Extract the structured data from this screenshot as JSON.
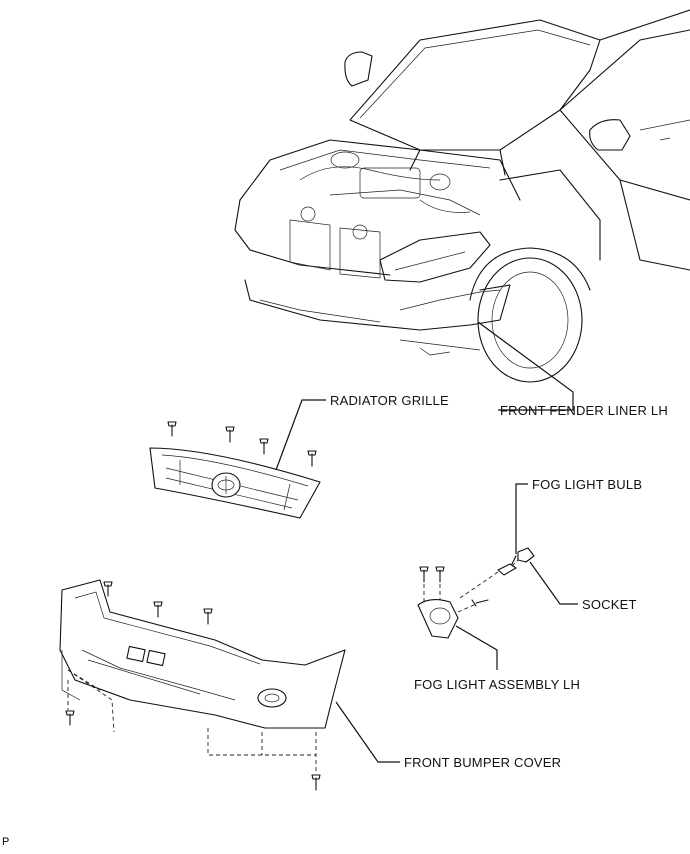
{
  "callouts": {
    "radiator_grille": "RADIATOR GRILLE",
    "front_fender_liner_lh": "FRONT FENDER LINER LH",
    "fog_light_bulb": "FOG LIGHT BULB",
    "socket": "SOCKET",
    "fog_light_assembly_lh": "FOG LIGHT ASSEMBLY LH",
    "front_bumper_cover": "FRONT BUMPER COVER"
  },
  "footer_code": "P"
}
